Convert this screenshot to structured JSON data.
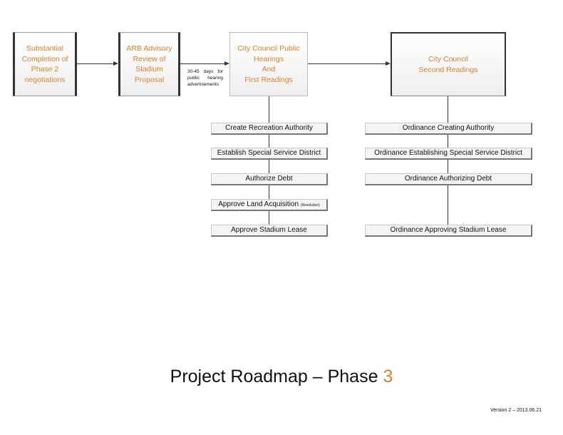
{
  "stages": [
    {
      "text": "Substantial\nCompletion of\nPhase 2\nnegotiations"
    },
    {
      "text": "ARB Advisory\nReview of\nStadium\nProposal"
    },
    {
      "text": "City Council Public\nHearings\nAnd\nFirst Readings"
    },
    {
      "text": "City Council\nSecond Readings"
    }
  ],
  "note": "30-45 days for public hearing advertisements",
  "first_readings_items": [
    {
      "label": "Create Recreation Authority"
    },
    {
      "label": "Establish Special Service District"
    },
    {
      "label": "Authorize Debt"
    },
    {
      "label": "Approve Land Acquisition",
      "suffix": "(Resolution)"
    },
    {
      "label": "Approve Stadium Lease"
    }
  ],
  "second_readings_items": [
    {
      "label": "Ordinance Creating Authority"
    },
    {
      "label": "Ordinance Establishing Special Service District"
    },
    {
      "label": "Ordinance Authorizing Debt"
    },
    {
      "label": "Ordinance Approving Stadium Lease"
    }
  ],
  "title": {
    "prefix": "Project Roadmap – Phase ",
    "number": "3"
  },
  "version": "Version 2 – 2013.06.21",
  "colors": {
    "accent": "#d9822b",
    "line": "#333333"
  }
}
